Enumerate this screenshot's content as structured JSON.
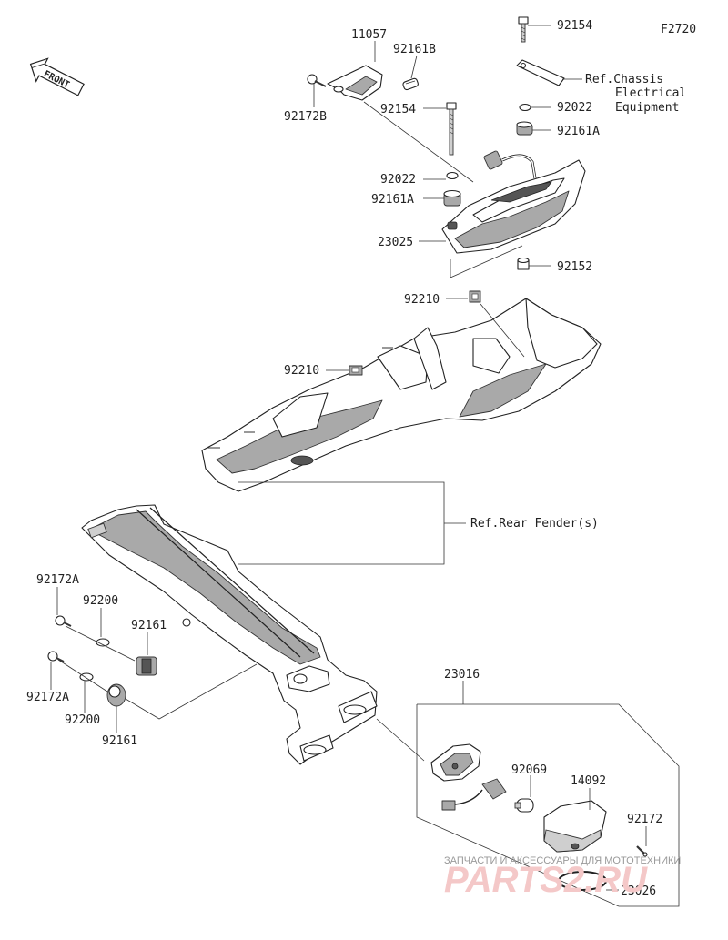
{
  "figure_code": "F2720",
  "front_badge": "FRONT",
  "labels": {
    "p11057": "11057",
    "p92161B": "92161B",
    "p92172B": "92172B",
    "p92154_top": "92154",
    "p92154_mid": "92154",
    "ref_chassis_1": "Ref.Chassis",
    "ref_chassis_2": "Electrical",
    "ref_chassis_3": "Equipment",
    "p92022_right": "92022",
    "p92161A_right": "92161A",
    "p92022_left": "92022",
    "p92161A_left": "92161A",
    "p23025": "23025",
    "p92152": "92152",
    "p92210_top": "92210",
    "p92210_left": "92210",
    "ref_rear_fender": "Ref.Rear Fender(s)",
    "p92172A_top": "92172A",
    "p92200_top": "92200",
    "p92161_top": "92161",
    "p92172A_bottom": "92172A",
    "p92200_bottom": "92200",
    "p92161_bottom": "92161",
    "p23016": "23016",
    "p92069": "92069",
    "p14092": "14092",
    "p92172": "92172",
    "p23026": "23026"
  },
  "watermark": {
    "tagline": "ЗАПЧАСТИ И АКСЕССУАРЫ ДЛЯ МОТОТЕХНИКИ",
    "brand": "PARTS2.RU"
  }
}
